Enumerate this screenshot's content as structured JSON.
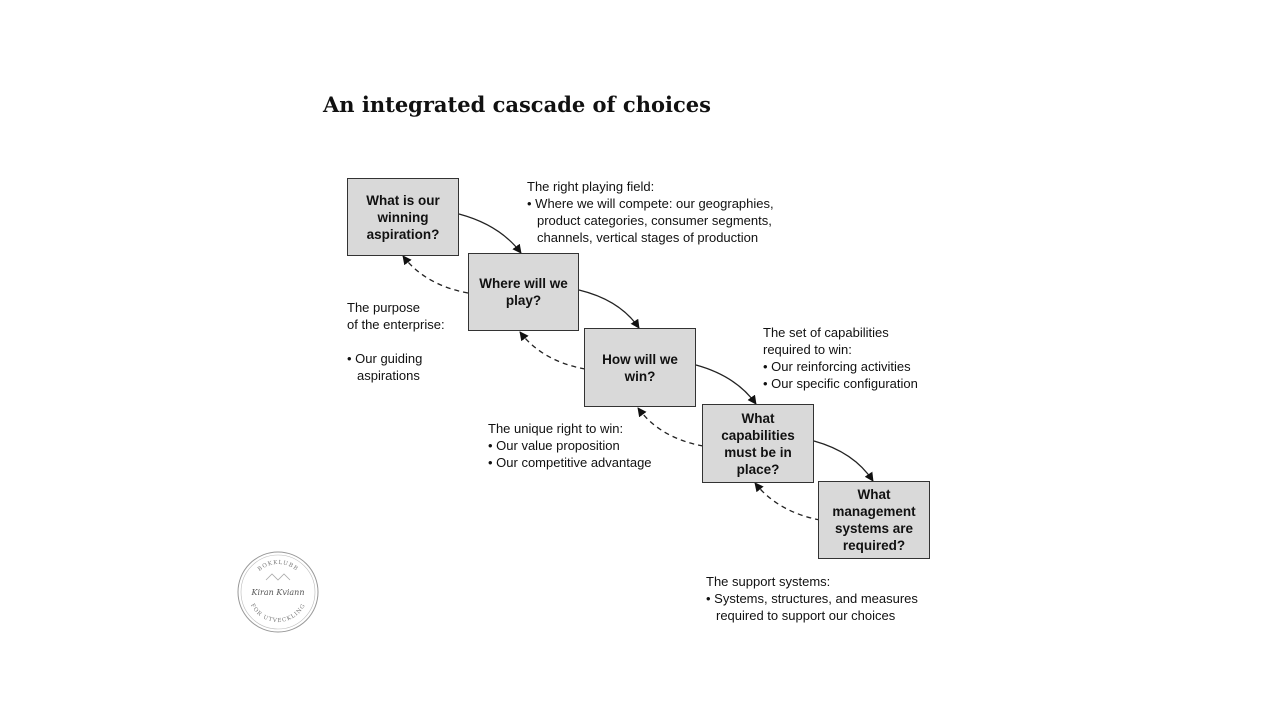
{
  "title": "An integrated cascade of choices",
  "boxes": [
    {
      "label": "What is our\nwinning\naspiration?"
    },
    {
      "label": "Where will we\nplay?"
    },
    {
      "label": "How will we\nwin?"
    },
    {
      "label": "What\ncapabilities\nmust be in\nplace?"
    },
    {
      "label": "What\nmanagement\nsystems are\nrequired?"
    }
  ],
  "notes": {
    "playing_field": {
      "heading": "The right playing field:",
      "bullets": [
        "Where we will compete: our geographies,\nproduct categories, consumer segments,\nchannels, vertical stages of production"
      ]
    },
    "purpose": {
      "heading": "The purpose\nof the enterprise:",
      "bullets": [
        "Our guiding\naspirations"
      ]
    },
    "capabilities": {
      "heading": "The set of capabilities\nrequired to win:",
      "bullets": [
        "Our reinforcing activities",
        "Our specific configuration"
      ]
    },
    "right_to_win": {
      "heading": "The unique right to win:",
      "bullets": [
        "Our value proposition",
        "Our competitive advantage"
      ]
    },
    "support": {
      "heading": "The support systems:",
      "bullets": [
        "Systems, structures, and measures\nrequired to support our choices"
      ]
    }
  },
  "seal": {
    "top_text": "BOKKLUBB",
    "center_text": "Kiran Kviann",
    "bottom_text": "FOR UTVECKLING"
  }
}
